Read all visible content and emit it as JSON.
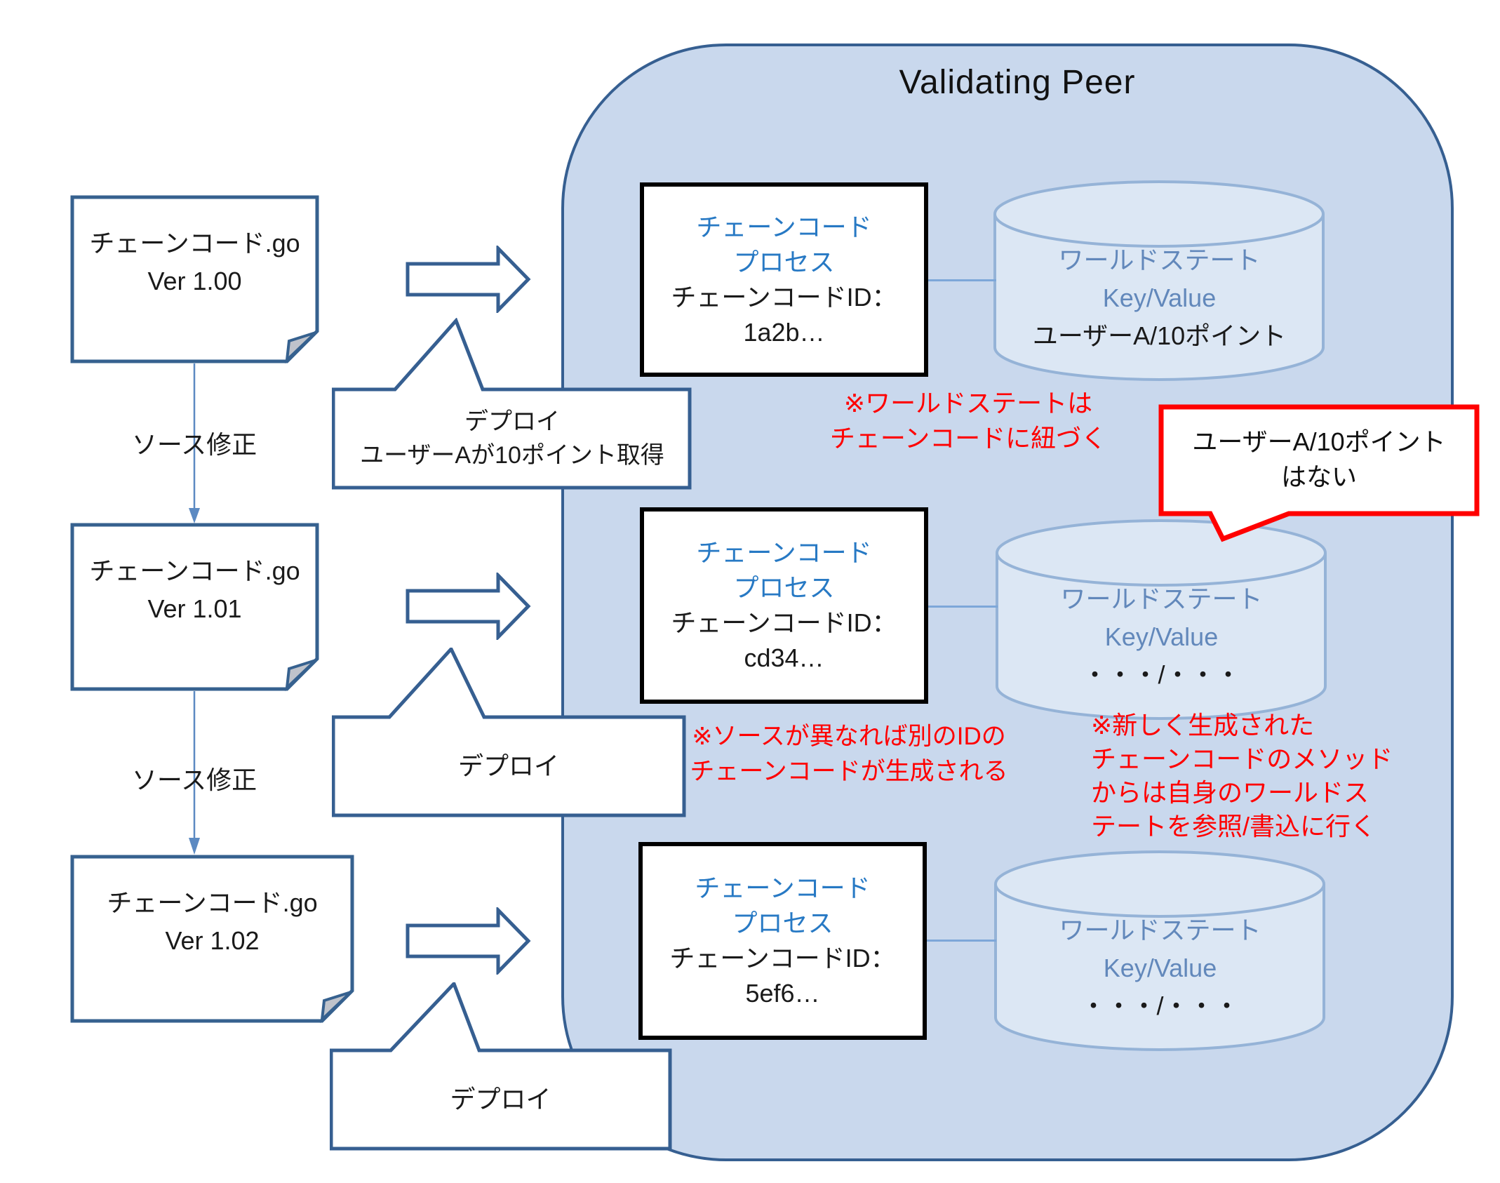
{
  "container": {
    "title": "Validating Peer"
  },
  "documents": [
    {
      "name": "チェーンコード.go",
      "version": "Ver 1.00"
    },
    {
      "name": "チェーンコード.go",
      "version": "Ver 1.01"
    },
    {
      "name": "チェーンコード.go",
      "version": "Ver 1.02"
    }
  ],
  "edit_labels": [
    {
      "label": "ソース修正"
    },
    {
      "label": "ソース修正"
    }
  ],
  "callouts": [
    {
      "line1": "デプロイ",
      "line2": "ユーザーAが10ポイント取得"
    },
    {
      "line1": "デプロイ"
    },
    {
      "line1": "デプロイ"
    }
  ],
  "processes": [
    {
      "line1": "チェーンコード",
      "line2": "プロセス",
      "line3": "チェーンコードID：",
      "line4": "1a2b…"
    },
    {
      "line1": "チェーンコード",
      "line2": "プロセス",
      "line3": "チェーンコードID：",
      "line4": "cd34…"
    },
    {
      "line1": "チェーンコード",
      "line2": "プロセス",
      "line3": "チェーンコードID：",
      "line4": "5ef6…"
    }
  ],
  "worldstates": [
    {
      "line1": "ワールドステート",
      "line2": "Key/Value",
      "line3": "ユーザーA/10ポイント"
    },
    {
      "line1": "ワールドステート",
      "line2": "Key/Value",
      "line3": "・・・/・・・"
    },
    {
      "line1": "ワールドステート",
      "line2": "Key/Value",
      "line3": "・・・/・・・"
    }
  ],
  "notes": {
    "worldstate_note": {
      "lines": [
        "※ワールドステートは",
        "チェーンコードに紐づく"
      ]
    },
    "source_note": {
      "lines": [
        "※ソースが異なれば別のIDの",
        "チェーンコードが生成される"
      ]
    },
    "method_note": {
      "lines": [
        "※新しく生成された",
        "チェーンコードのメソッド",
        "からは自身のワールドス",
        "テートを参照/書込に行く"
      ]
    }
  },
  "alert_bubble": {
    "line1": "ユーザーA/10ポイント",
    "line2": "はない"
  },
  "colors": {
    "container_fill": "#c9d8ed",
    "container_border": "#365f91",
    "shape_border": "#36618f",
    "process_border": "#000000",
    "process_text_blue": "#2779c4",
    "cylinder_fill": "#dce7f4",
    "cylinder_border": "#95b3d7",
    "cylinder_text_blue": "#6288bb",
    "note_red": "#ff0000",
    "connector_blue": "#7da7d9"
  }
}
